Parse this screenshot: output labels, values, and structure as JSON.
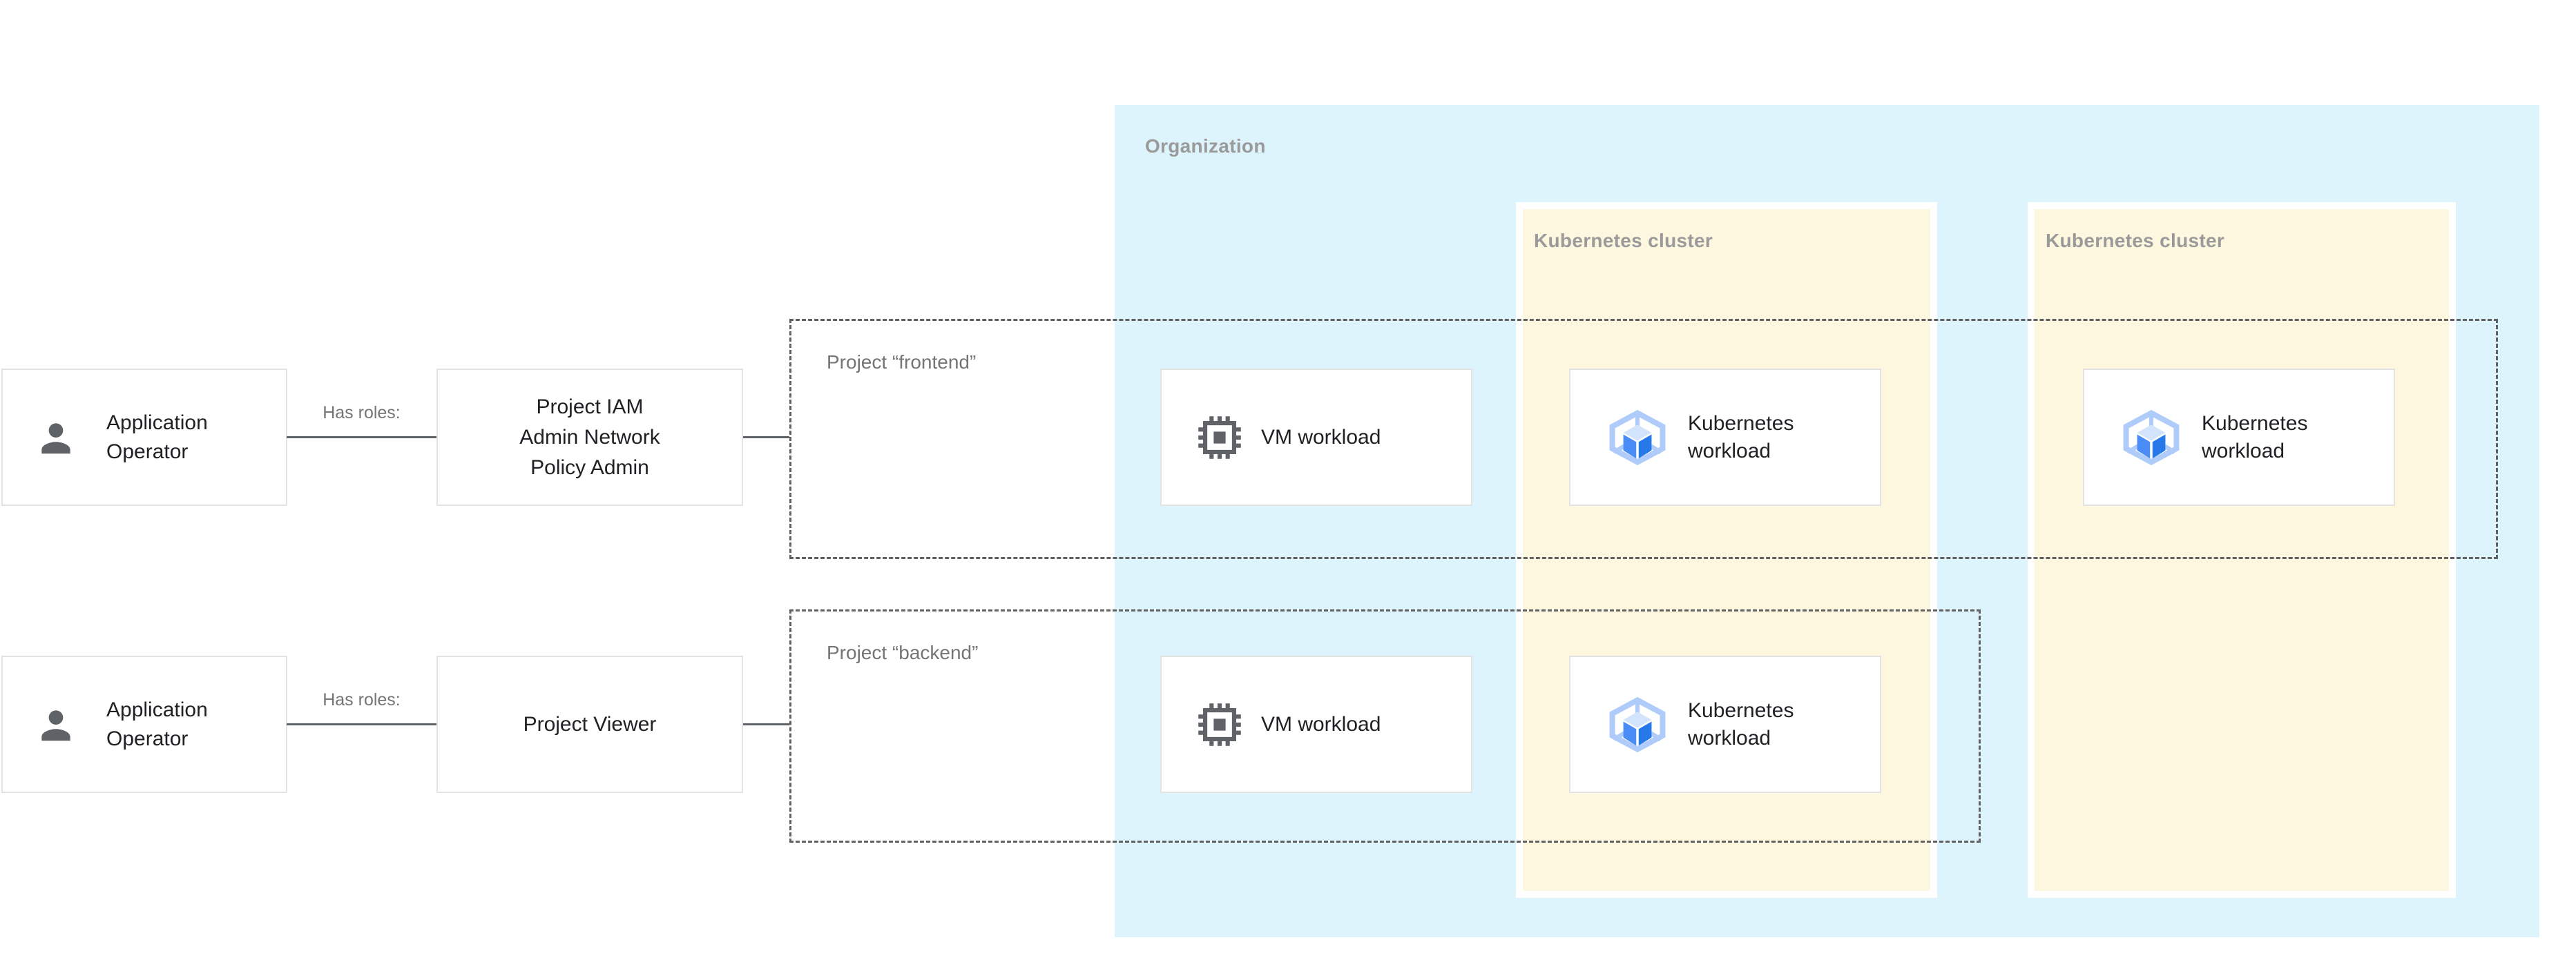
{
  "diagram": {
    "organization": {
      "label": "Organization"
    },
    "kubernetes_clusters": [
      {
        "label": "Kubernetes cluster"
      },
      {
        "label": "Kubernetes cluster"
      }
    ],
    "project_boundaries": [
      {
        "label": "Project “frontend”"
      },
      {
        "label": "Project “backend”"
      }
    ],
    "rows": [
      {
        "actor": "Application\nOperator",
        "edge_label": "Has roles:",
        "role": "Project IAM\nAdmin Network\nPolicy Admin"
      },
      {
        "actor": "Application\nOperator",
        "edge_label": "Has roles:",
        "role": "Project Viewer"
      }
    ],
    "workloads": [
      {
        "type": "vm",
        "icon": "chip-icon",
        "label": "VM workload"
      },
      {
        "type": "kubernetes",
        "icon": "gke-hexagon-icon",
        "label": "Kubernetes\nworkload"
      },
      {
        "type": "kubernetes",
        "icon": "gke-hexagon-icon",
        "label": "Kubernetes\nworkload"
      },
      {
        "type": "vm",
        "icon": "chip-icon",
        "label": "VM workload"
      },
      {
        "type": "kubernetes",
        "icon": "gke-hexagon-icon",
        "label": "Kubernetes\nworkload"
      }
    ],
    "icons": {
      "actor": "person-icon",
      "vm": "chip-icon",
      "kubernetes": "gke-hexagon-icon"
    },
    "colors": {
      "organization_bg": "#DEF4FC",
      "cluster_bg": "#FEF7E0",
      "container_label": "#9A9A9A",
      "annotation_label": "#757575",
      "box_text": "#202124",
      "box_border": "#E3E3E3",
      "connector": "#5F6368",
      "dashed_border": "#616161",
      "icon_grey": "#5F6368",
      "gke_outline": "#AECBFA",
      "gke_top": "#D2E3FC",
      "gke_left": "#4A8CF5",
      "gke_right": "#2779EA"
    }
  }
}
